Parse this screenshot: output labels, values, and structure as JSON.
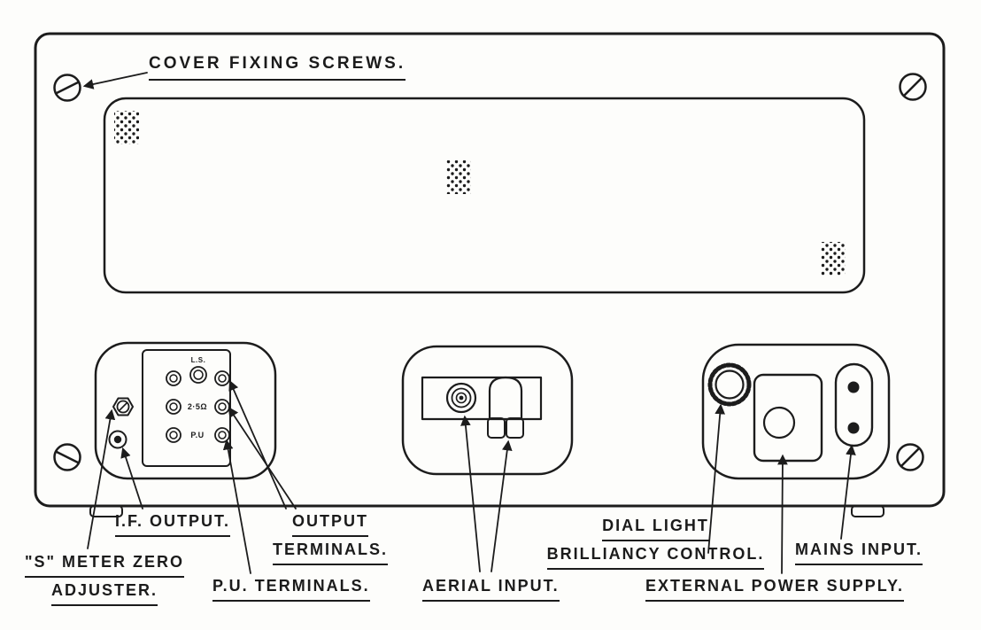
{
  "diagram": {
    "labels": {
      "cover_fixing_screws": "COVER FIXING SCREWS.",
      "if_output": "I.F. OUTPUT.",
      "output_terminals_line1": "OUTPUT",
      "output_terminals_line2": "TERMINALS.",
      "s_meter_line1": "\"S\" METER ZERO",
      "s_meter_line2": "ADJUSTER.",
      "pu_terminals": "P.U. TERMINALS.",
      "aerial_input": "AERIAL INPUT.",
      "dial_light_line1": "DIAL LIGHT",
      "dial_light_line2": "BRILLIANCY CONTROL.",
      "mains_input": "MAINS INPUT.",
      "external_power_supply": "EXTERNAL POWER SUPPLY."
    },
    "terminal_panel": {
      "row1_label": "L.S.",
      "row2_label": "2·5Ω",
      "row3_label": "P.U"
    },
    "colors": {
      "ink": "#1c1c1c",
      "paper": "#fdfdfb"
    }
  }
}
